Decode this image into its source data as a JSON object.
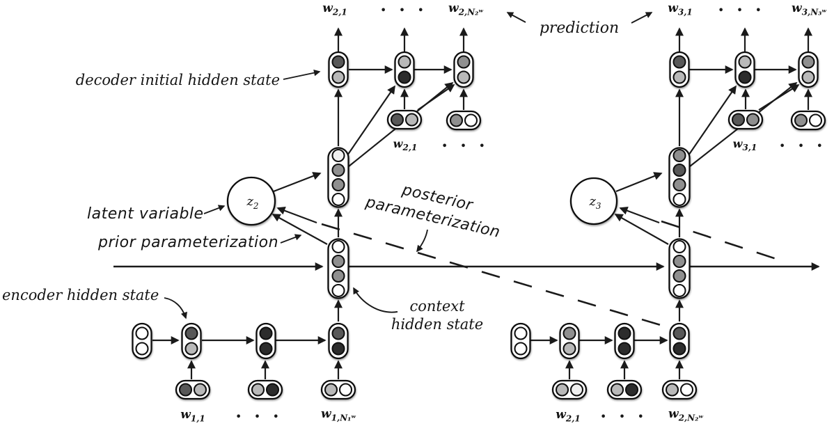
{
  "annotations": {
    "decoder_initial": "decoder initial hidden state",
    "latent_variable": "latent variable",
    "prior": "prior parameterization",
    "posterior_line1": "posterior",
    "posterior_line2": "parameterization",
    "encoder_hidden": "encoder hidden state",
    "context_line1": "context",
    "context_line2": "hidden state",
    "prediction": "prediction"
  },
  "ellipsis": "• • •",
  "words": {
    "dec2_out_first": {
      "base": "w",
      "sub": "2,1"
    },
    "dec2_out_last": {
      "base": "w",
      "sub": "2,N₂ʷ"
    },
    "dec3_out_first": {
      "base": "w",
      "sub": "3,1"
    },
    "dec3_out_last": {
      "base": "w",
      "sub": "3,N₃ʷ"
    },
    "dec2_in_first": {
      "base": "w",
      "sub": "2,1"
    },
    "dec3_in_first": {
      "base": "w",
      "sub": "3,1"
    },
    "enc1_in_first": {
      "base": "w",
      "sub": "1,1"
    },
    "enc1_in_last": {
      "base": "w",
      "sub": "1,N₁ʷ"
    },
    "enc2_in_first": {
      "base": "w",
      "sub": "2,1"
    },
    "enc2_in_last": {
      "base": "w",
      "sub": "2,N₂ʷ"
    }
  },
  "latents": {
    "z2": {
      "base": "z",
      "sub": "2"
    },
    "z3": {
      "base": "z",
      "sub": "3"
    }
  },
  "palette": {
    "w": "#ffffff",
    "f": "#f0f0f0",
    "l": "#b9b9b9",
    "m": "#8f8f8f",
    "d": "#585858",
    "k": "#2c2c2c",
    "stroke": "#101010",
    "line": "#1a1a1a"
  },
  "cells": {
    "dec2": [
      [
        "d",
        "l"
      ],
      [
        "l",
        "k"
      ],
      [
        "m",
        "l"
      ]
    ],
    "demb2": [
      [
        "d",
        "l"
      ],
      [
        "m",
        "w"
      ]
    ],
    "tall2": [
      "f",
      "m",
      "m",
      "w"
    ],
    "ctx2": [
      "w",
      "m",
      "m",
      "w"
    ],
    "dec3": [
      [
        "d",
        "l"
      ],
      [
        "l",
        "k"
      ],
      [
        "m",
        "l"
      ]
    ],
    "demb3": [
      [
        "d",
        "m"
      ],
      [
        "m",
        "w"
      ]
    ],
    "tall3": [
      "m",
      "d",
      "m",
      "w"
    ],
    "ctx3": [
      "w",
      "m",
      "m",
      "w"
    ],
    "enc1": [
      [
        "w",
        "w"
      ],
      [
        "d",
        "l"
      ],
      [
        "k",
        "k"
      ],
      [
        "d",
        "k"
      ]
    ],
    "emb1": [
      [
        "d",
        "l"
      ],
      [
        "l",
        "k"
      ],
      [
        "l",
        "w"
      ]
    ],
    "enc2": [
      [
        "w",
        "w"
      ],
      [
        "m",
        "l"
      ],
      [
        "k",
        "k"
      ],
      [
        "d",
        "k"
      ]
    ],
    "emb2": [
      [
        "l",
        "f"
      ],
      [
        "l",
        "k"
      ],
      [
        "l",
        "w"
      ]
    ]
  }
}
